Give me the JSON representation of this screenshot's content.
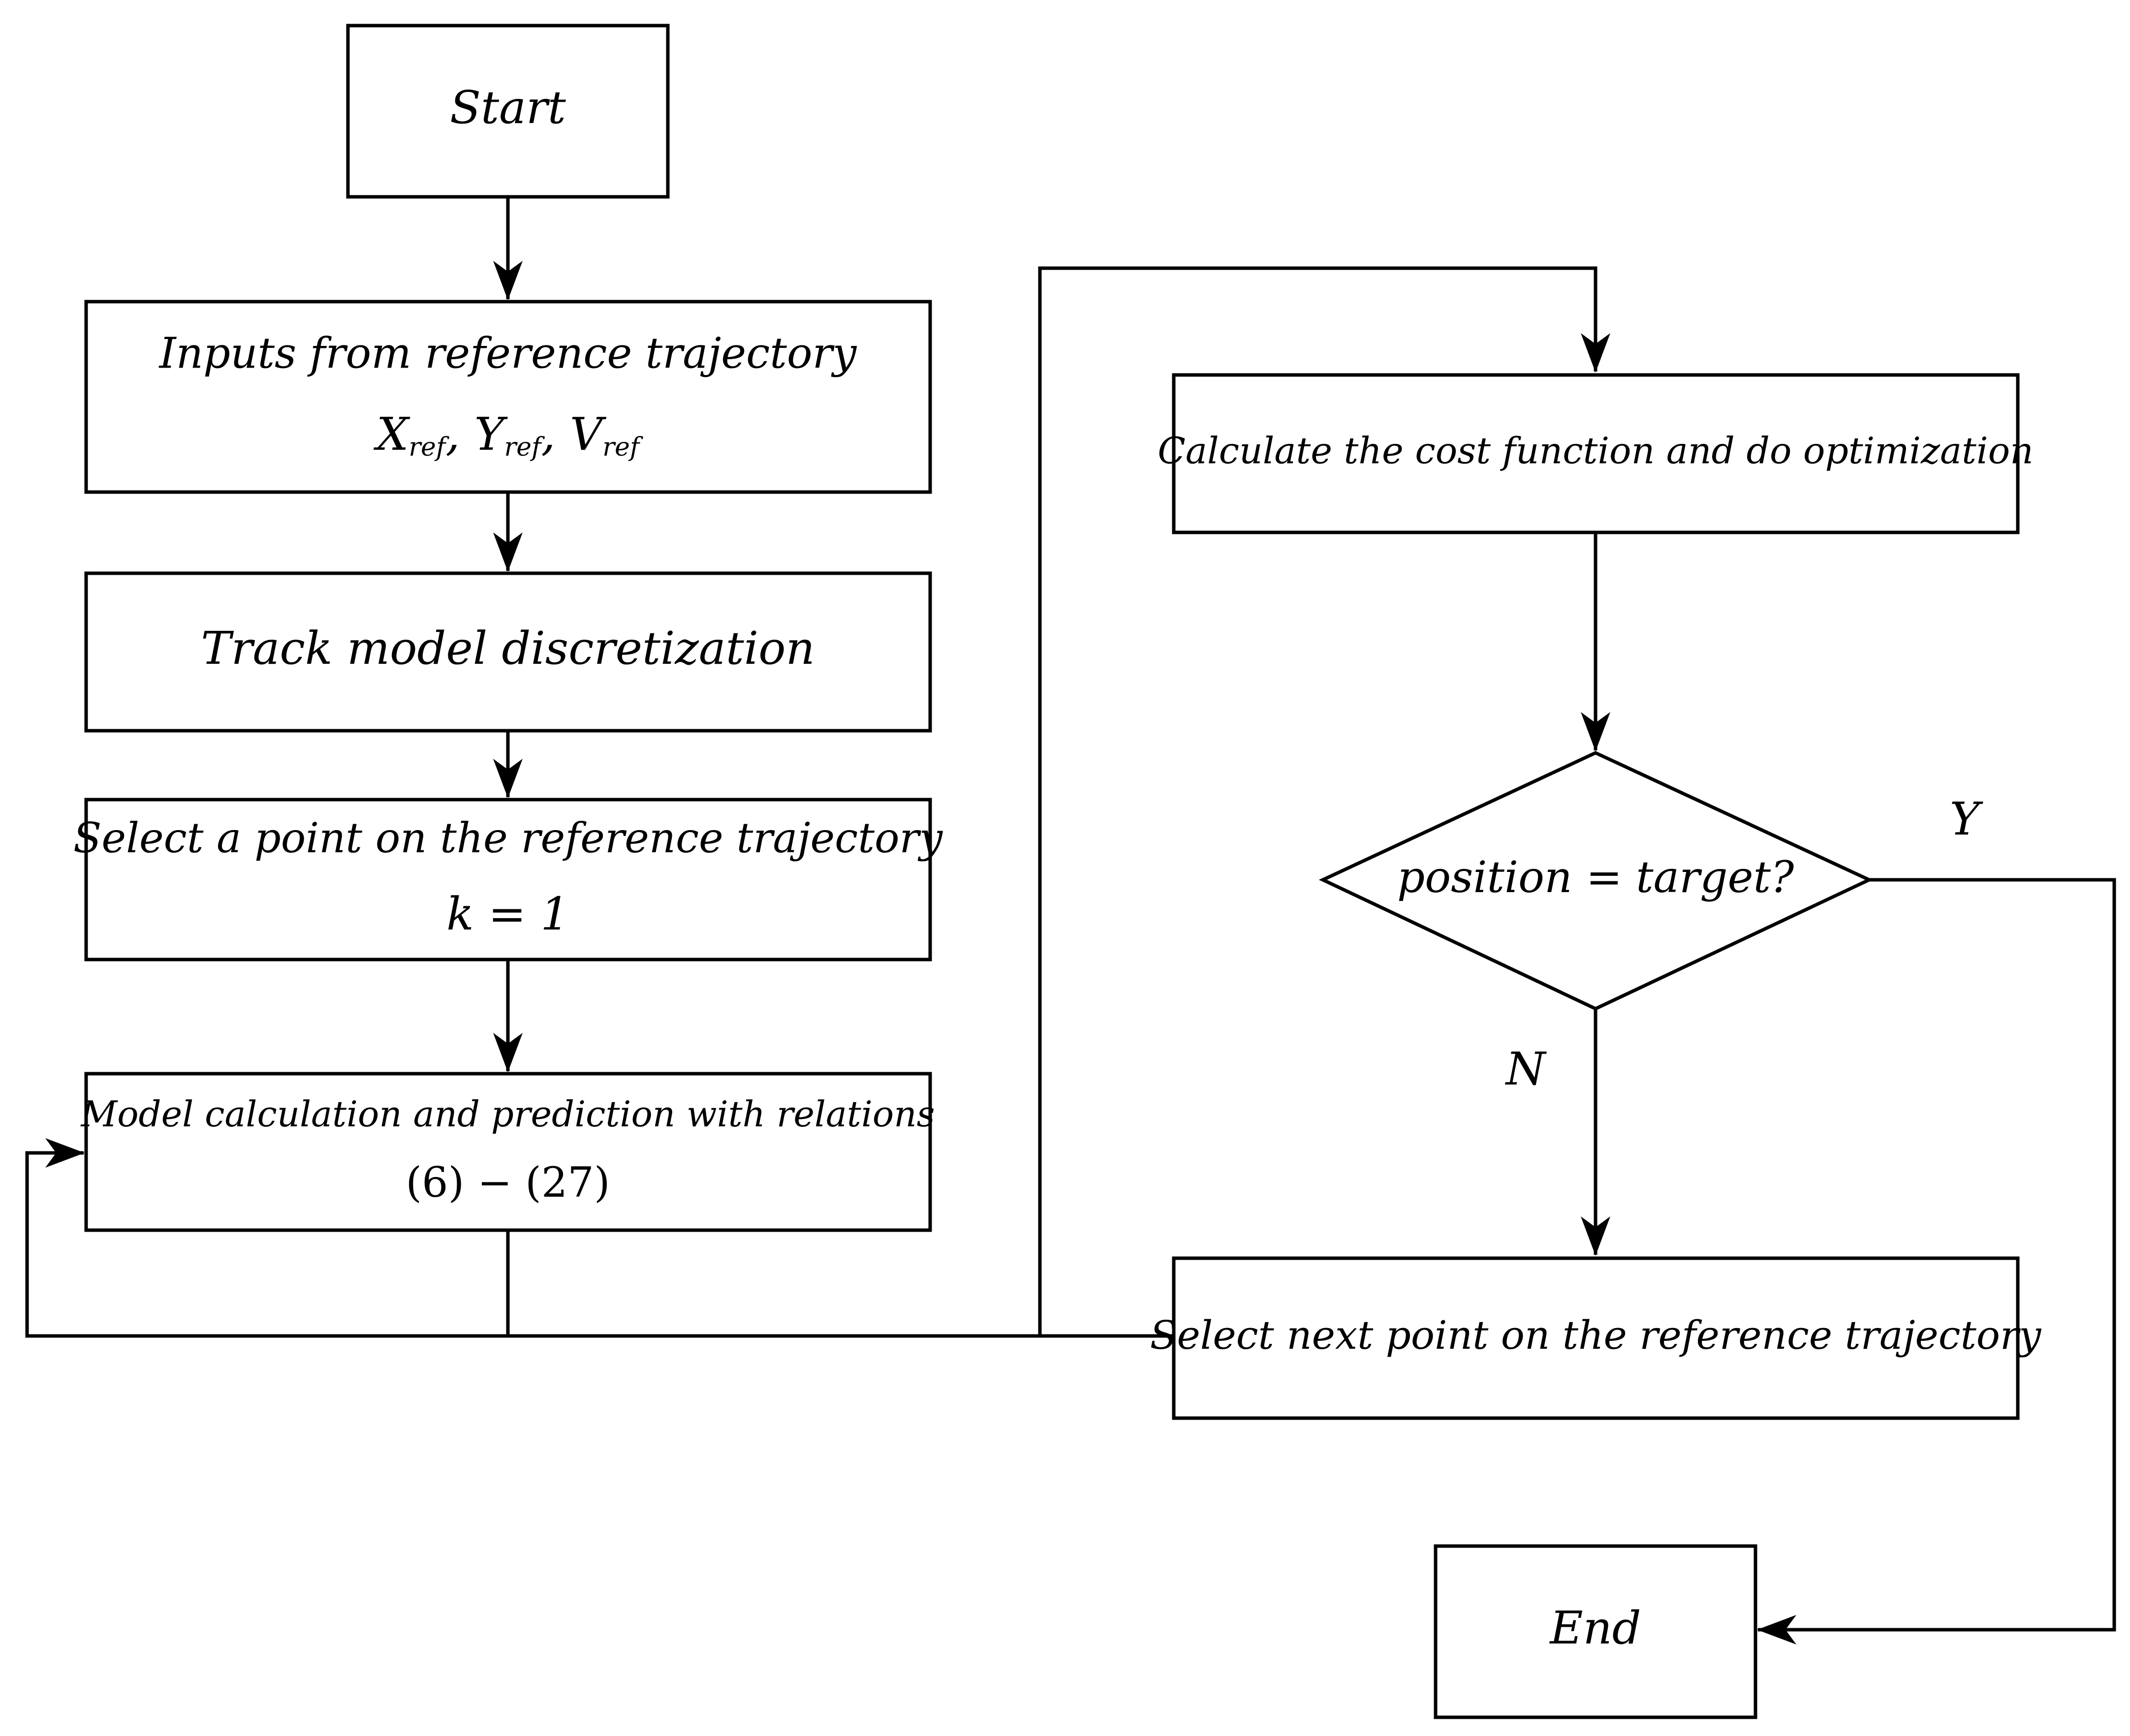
{
  "nodes": {
    "start": {
      "label": "Start"
    },
    "inputs": {
      "line1": "Inputs from reference trajectory",
      "x": "X",
      "y": "Y",
      "v": "V",
      "sub": "ref"
    },
    "discretize": {
      "label": "Track model discretization"
    },
    "select_point": {
      "line1": "Select a point on the reference trajectory",
      "line2": "k = 1"
    },
    "model_calc": {
      "line1": "Model calculation and prediction with relations",
      "line2": "(6) − (27)"
    },
    "cost": {
      "label": "Calculate the cost function and do optimization"
    },
    "decision": {
      "label": "position = target?"
    },
    "next_point": {
      "label": "Select next point on the reference trajectory"
    },
    "end": {
      "label": "End"
    }
  },
  "edges": {
    "yes_label": "Y",
    "no_label": "N"
  }
}
